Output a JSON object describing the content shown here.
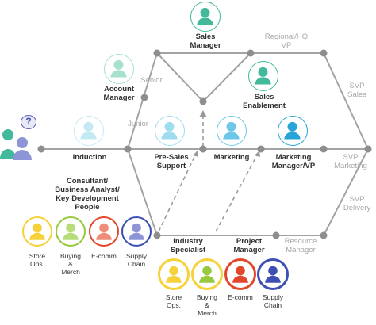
{
  "colors": {
    "line": "#a3a3a3",
    "node": "#8e8e8e",
    "arrow": "#9a9a9a",
    "green_dark": "#41b99a",
    "green_light": "#a7e1cd",
    "blue_light": "#9fdcef",
    "blue_mid": "#6dc7e8",
    "blue_dark": "#28a4d9",
    "navy": "#2e3f93",
    "yellow": "#f6d13a",
    "lime": "#96c93d",
    "red": "#e2472c",
    "indigo": "#3d4fb2"
  },
  "icons": {
    "person": "person-icon",
    "group": "user-group-icon",
    "question": "question-bubble-icon"
  },
  "labels": {
    "sales_manager": "Sales\nManager",
    "regional_vp": "Regional/HQ\nVP",
    "account_manager": "Account\nManager",
    "senior": "Senior",
    "sales_enablement": "Sales\nEnablement",
    "svp_sales": "SVP\nSales",
    "junior": "Junior",
    "induction": "Induction",
    "presales": "Pre-Sales\nSupport",
    "marketing": "Marketing",
    "marketing_manager": "Marketing\nManager/VP",
    "svp_marketing": "SVP\nMarketing",
    "consultant": "Consultant/\nBusiness Analyst/\nKey Development\nPeople",
    "svp_delivery": "SVP\nDelivery",
    "industry_specialist": "Industry\nSpecialist",
    "project_manager": "Project\nManager",
    "resource_manager": "Resource\nManager"
  },
  "left_group": [
    "Store\nOps.",
    "Buying\n&\nMerch",
    "E-comm",
    "Supply\nChain"
  ],
  "right_group": [
    "Store\nOps.",
    "Buying\n&\nMerch",
    "E-comm",
    "Supply\nChain"
  ]
}
